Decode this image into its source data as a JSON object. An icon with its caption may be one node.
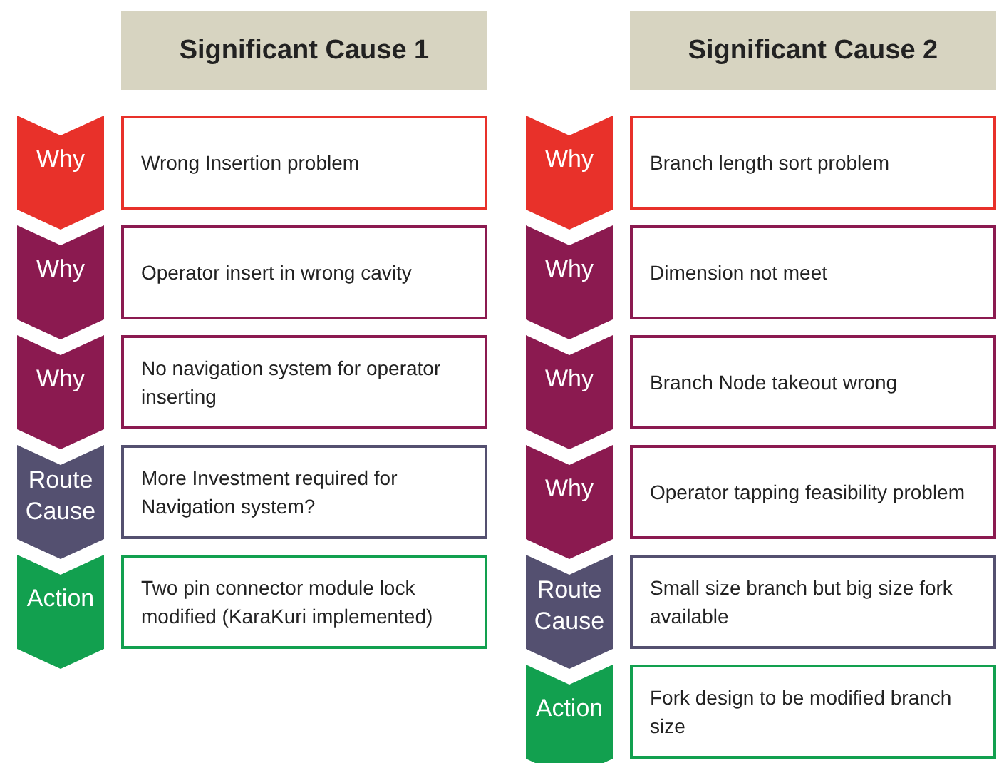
{
  "diagram": {
    "nodes": [
      {
        "text": [
          "Significant Cause 1"
        ]
      },
      {
        "text": [
          "Why"
        ]
      },
      {
        "text": [
          "Wrong Insertion problem"
        ]
      },
      {
        "text": [
          "Why"
        ]
      },
      {
        "text": [
          "Operator insert in wrong cavity"
        ]
      },
      {
        "text": [
          "Why"
        ]
      },
      {
        "text": [
          "No navigation system for operator inserting"
        ]
      },
      {
        "text": [
          "Route Cause"
        ]
      },
      {
        "text": [
          "More Investment  required for Navigation system?"
        ]
      },
      {
        "text": [
          "Action"
        ]
      },
      {
        "text": [
          "Two pin connector module lock modified (KaraKuri  implemented)"
        ]
      },
      {
        "text": [
          "Significant Cause 2"
        ]
      },
      {
        "text": [
          "Why"
        ]
      },
      {
        "text": [
          "Branch length sort problem"
        ]
      },
      {
        "text": [
          "Why"
        ]
      },
      {
        "text": [
          "Dimension not meet"
        ]
      },
      {
        "text": [
          "Why"
        ]
      },
      {
        "text": [
          "Branch Node takeout wrong"
        ]
      },
      {
        "text": [
          "Why"
        ]
      },
      {
        "text": [
          "Operator tapping feasibility problem"
        ]
      },
      {
        "text": [
          "Route Cause"
        ]
      },
      {
        "text": [
          "Small size branch but big size fork available"
        ]
      },
      {
        "text": [
          "Action"
        ]
      },
      {
        "text": [
          "Fork design to be modified branch size"
        ]
      }
    ]
  }
}
